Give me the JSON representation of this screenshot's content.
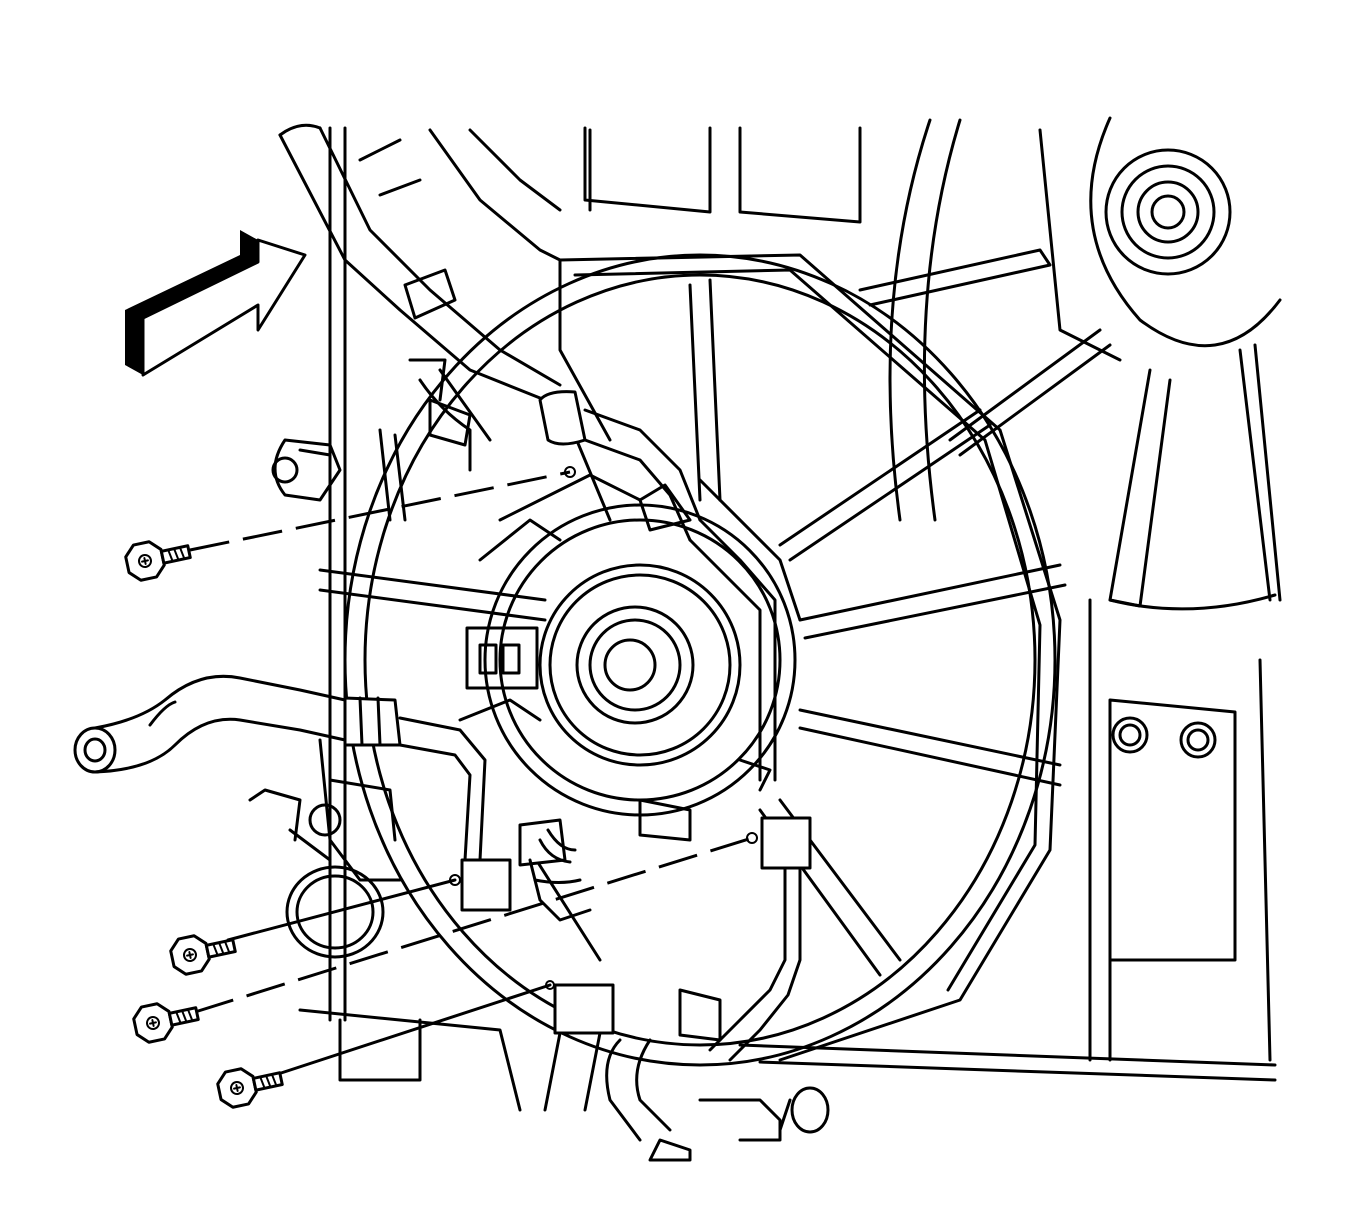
{
  "colors": {
    "line": "#000000",
    "background": "#ffffff"
  },
  "icons": {
    "arrow": "front-direction-arrow-icon",
    "bolt": "bolt-icon"
  },
  "fasteners": [
    {
      "name": "upper-left-bolt",
      "line_style": "dashed"
    },
    {
      "name": "lower-left-bolt-1",
      "line_style": "solid"
    },
    {
      "name": "lower-left-bolt-2",
      "line_style": "dashed"
    },
    {
      "name": "lower-left-bolt-3",
      "line_style": "solid"
    }
  ]
}
